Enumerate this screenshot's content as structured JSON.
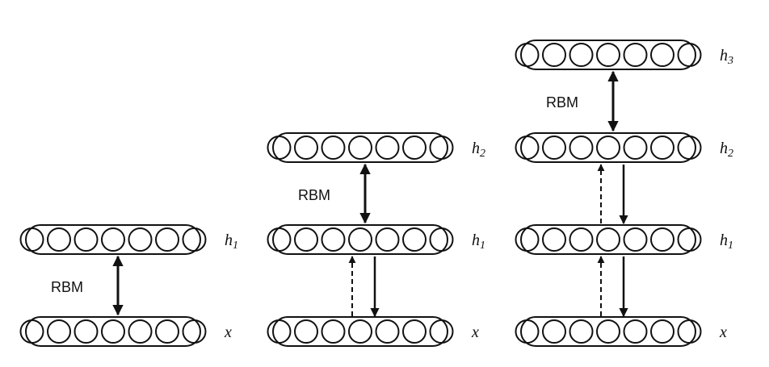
{
  "stacks": [
    {
      "layers": [
        {
          "label": "h",
          "subscript": "1"
        },
        {
          "label": "x",
          "subscript": ""
        }
      ],
      "rbm_label": "RBM",
      "units_per_layer": 7
    },
    {
      "layers": [
        {
          "label": "h",
          "subscript": "2"
        },
        {
          "label": "h",
          "subscript": "1"
        },
        {
          "label": "x",
          "subscript": ""
        }
      ],
      "rbm_label": "RBM",
      "units_per_layer": 7
    },
    {
      "layers": [
        {
          "label": "h",
          "subscript": "3"
        },
        {
          "label": "h",
          "subscript": "2"
        },
        {
          "label": "h",
          "subscript": "1"
        },
        {
          "label": "x",
          "subscript": ""
        }
      ],
      "rbm_label": "RBM",
      "units_per_layer": 7
    }
  ],
  "colors": {
    "stroke": "#111111",
    "background": "#ffffff"
  }
}
